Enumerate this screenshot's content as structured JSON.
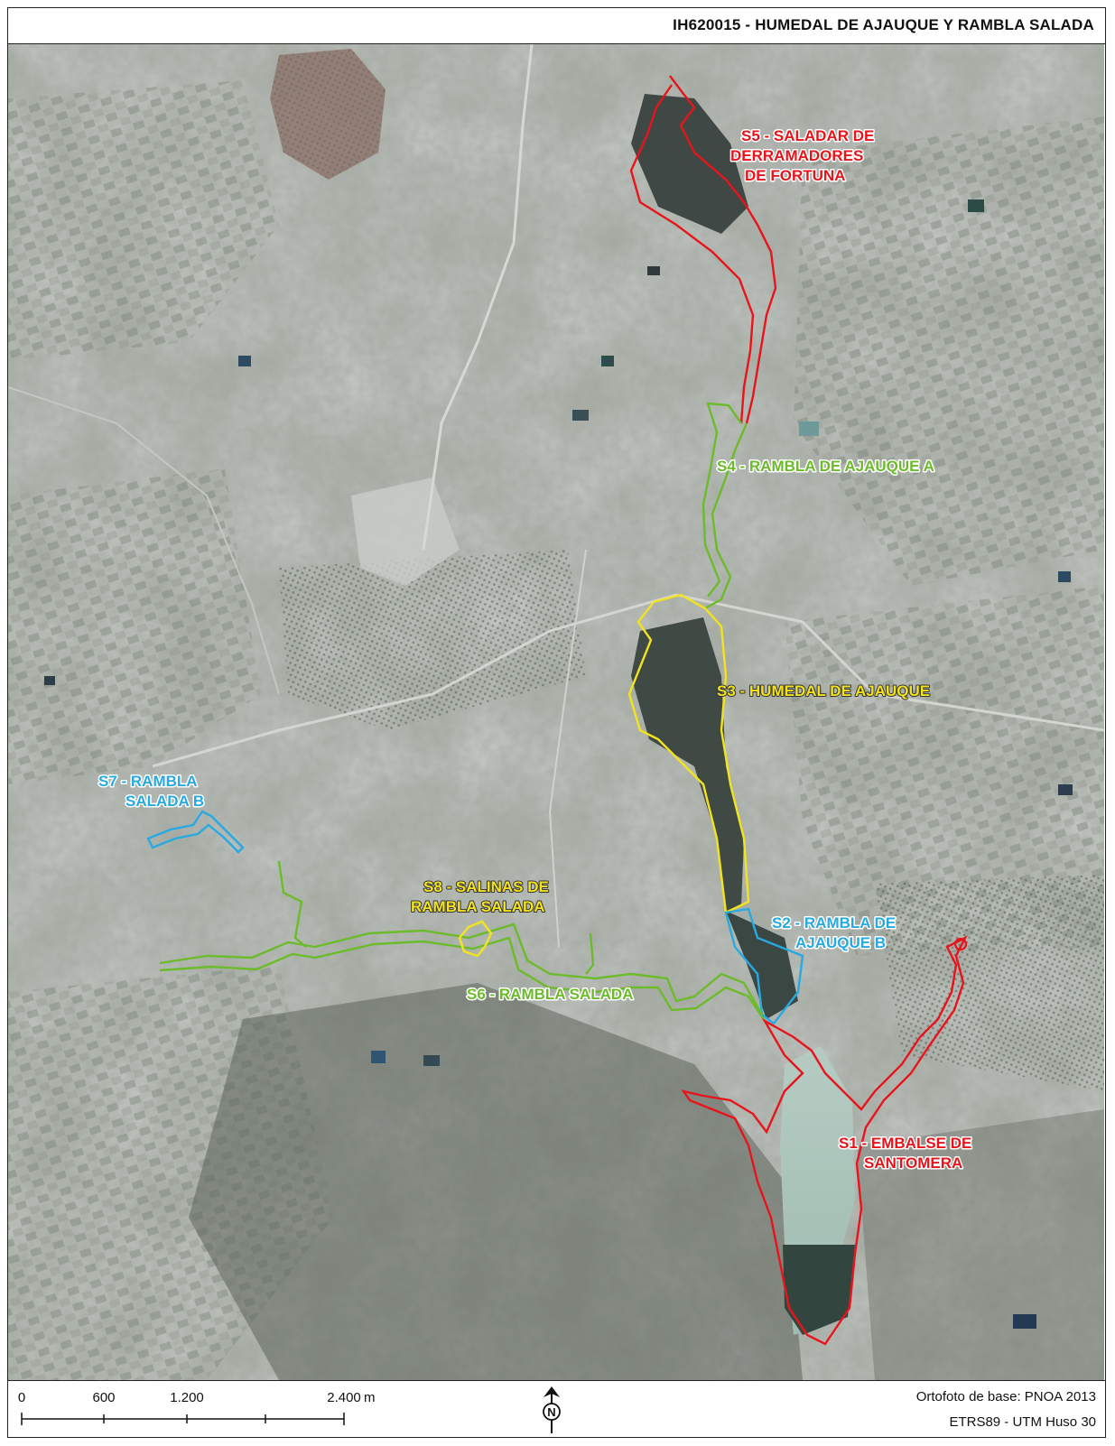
{
  "title": "IH620015 - HUMEDAL DE AJAUQUE Y RAMBLA SALADA",
  "colors": {
    "s1_s5_red": "#e8141b",
    "s2_s7_cyan": "#27a9e1",
    "s3_s8_yellow": "#f3e31f",
    "s4_s6_green": "#6cbb2b",
    "imagery_base": "#9aa09a"
  },
  "map": {
    "basemap": "aerial orthophoto",
    "sectors": [
      {
        "id": "s5",
        "lines": [
          "S5 - SALADAR DE",
          "DERRAMADORES",
          "DE FORTUNA"
        ],
        "color": "red"
      },
      {
        "id": "s4",
        "lines": [
          "S4 - RAMBLA DE AJAUQUE A"
        ],
        "color": "green"
      },
      {
        "id": "s3",
        "lines": [
          "S3 - HUMEDAL DE AJAUQUE"
        ],
        "color": "yellow"
      },
      {
        "id": "s7",
        "lines": [
          "S7 - RAMBLA",
          "SALADA B"
        ],
        "color": "cyan"
      },
      {
        "id": "s8",
        "lines": [
          "S8 - SALINAS DE",
          "RAMBLA SALADA"
        ],
        "color": "yellow"
      },
      {
        "id": "s2",
        "lines": [
          "S2 - RAMBLA DE",
          "AJAUQUE B"
        ],
        "color": "cyan"
      },
      {
        "id": "s6",
        "lines": [
          "S6 - RAMBLA SALADA"
        ],
        "color": "green"
      },
      {
        "id": "s1",
        "lines": [
          "S1 - EMBALSE DE",
          "SANTOMERA"
        ],
        "color": "red"
      }
    ]
  },
  "scalebar": {
    "ticks": [
      "0",
      "600",
      "1.200",
      "2.400"
    ],
    "unit": "m",
    "tick_values": [
      0,
      600,
      1200,
      2400
    ]
  },
  "north_arrow": {
    "label": "N",
    "icon": "north-arrow-icon"
  },
  "credits": {
    "line1": "Ortofoto de base: PNOA 2013",
    "line2": "ETRS89 - UTM Huso 30"
  }
}
